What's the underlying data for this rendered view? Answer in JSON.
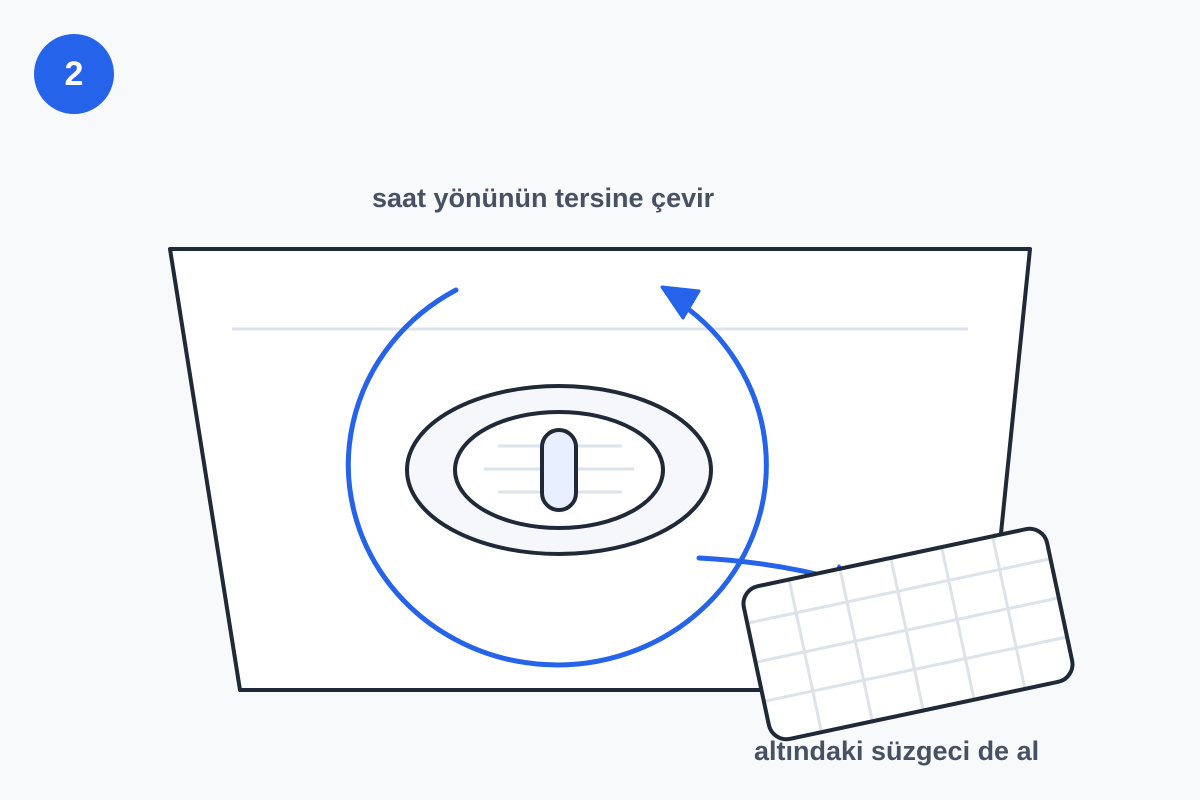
{
  "step": {
    "number": "2"
  },
  "captions": {
    "rotate_instruction": "saat yönünün tersine çevir",
    "remove_instruction": "altındaki süzgeci de al"
  },
  "colors": {
    "background": "#f8f9fb",
    "accent": "#2563eb",
    "outline": "#1f2937",
    "light_line": "#dde3ea",
    "text": "#475163"
  },
  "icons": {
    "rotation": "counterclockwise-arrow-icon",
    "removal": "curved-arrow-icon"
  }
}
